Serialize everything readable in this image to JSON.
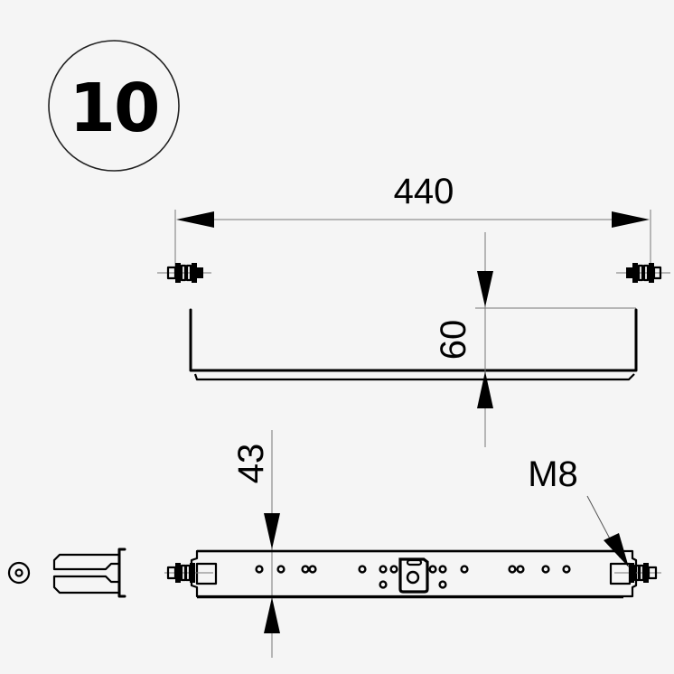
{
  "step": {
    "number": "10"
  },
  "dimensions": {
    "width_label": "440",
    "height_label": "60",
    "depth_label": "43",
    "thread_label": "M8"
  },
  "colors": {
    "background": "#f5f5f5",
    "line": "#000000",
    "dimension_line": "#777777"
  },
  "views": {
    "side_view": "bracket-front-elevation",
    "top_view": "bracket-plan-view",
    "end_view": "bracket-end-profile"
  }
}
